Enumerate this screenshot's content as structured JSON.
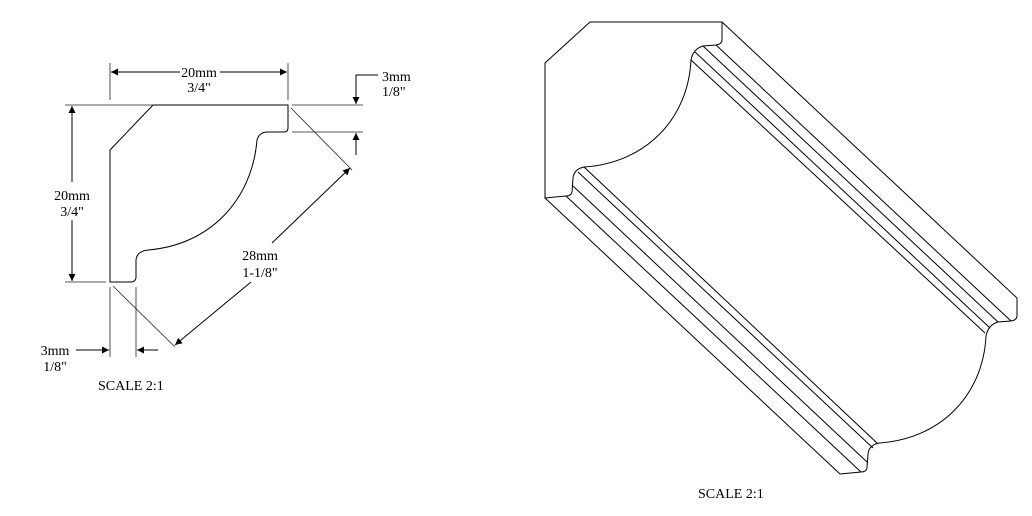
{
  "profile_drawing": {
    "width_dim": {
      "metric": "20mm",
      "imperial": "3/4\""
    },
    "height_dim": {
      "metric": "20mm",
      "imperial": "3/4\""
    },
    "diagonal_dim": {
      "metric": "28mm",
      "imperial": "1-1/8\""
    },
    "top_step_dim": {
      "metric": "3mm",
      "imperial": "1/8\""
    },
    "bottom_step_dim": {
      "metric": "3mm",
      "imperial": "1/8\""
    },
    "scale_label": "SCALE  2:1"
  },
  "isometric_drawing": {
    "scale_label": "SCALE  2:1"
  }
}
